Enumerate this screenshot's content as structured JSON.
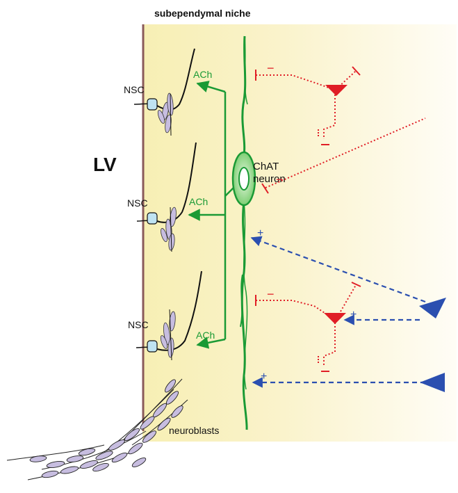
{
  "title": "subependymal niche",
  "ventricle_label": "LV",
  "stem_cell_label": "NSC",
  "transmitter_label": "ACh",
  "neuron_label": {
    "line1": "ChAT",
    "line2": "neuron"
  },
  "neuroblast_label": "neuroblasts",
  "inhibitory_sign": "−",
  "excitatory_sign": "+",
  "colors": {
    "background_gradient_start": "#f7efb4",
    "background_gradient_end": "#fffdf6",
    "ventricle_wall": "#8a5a5a",
    "cholinergic": "#1a9a35",
    "inhibitory": "#e01e26",
    "excitatory": "#2b4fb0",
    "neuroblast_fill": "#c7bde0",
    "nsc_fill": "#bfe3f2"
  }
}
